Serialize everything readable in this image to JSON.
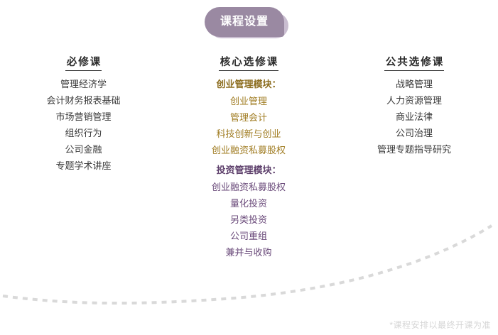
{
  "banner": {
    "title": "课程设置",
    "color": "#9a89a2",
    "shadow_color": "#c9bdd0",
    "text_color": "#ffffff"
  },
  "columns": [
    {
      "header": "必修课",
      "sections": [
        {
          "heading": null,
          "color": "#3a3a3a",
          "items": [
            "管理经济学",
            "会计财务报表基础",
            "市场营销管理",
            "组织行为",
            "公司金融",
            "专题学术讲座"
          ]
        }
      ]
    },
    {
      "header": "核心选修课",
      "sections": [
        {
          "heading": "创业管理模块：",
          "color": "#a07c22",
          "heading_color": "#8c6d1f",
          "items": [
            "创业管理",
            "管理会计",
            "科技创新与创业",
            "创业融资私募股权"
          ]
        },
        {
          "heading": "投资管理模块：",
          "color": "#6a4a7a",
          "heading_color": "#5d3f6b",
          "items": [
            "创业融资私募股权",
            "量化投资",
            "另类投资",
            "公司重组",
            "兼并与收购"
          ]
        }
      ]
    },
    {
      "header": "公共选修课",
      "sections": [
        {
          "heading": null,
          "color": "#3a3a3a",
          "items": [
            "战略管理",
            "人力资源管理",
            "商业法律",
            "公司治理",
            "管理专题指导研究"
          ]
        }
      ]
    }
  ],
  "footnote": {
    "text": "*课程安排以最终开课为准",
    "color": "#d6d6d6"
  },
  "decoration": {
    "curve_name": "dashed-swoosh-curve",
    "curve_color": "#d9d9d9"
  }
}
